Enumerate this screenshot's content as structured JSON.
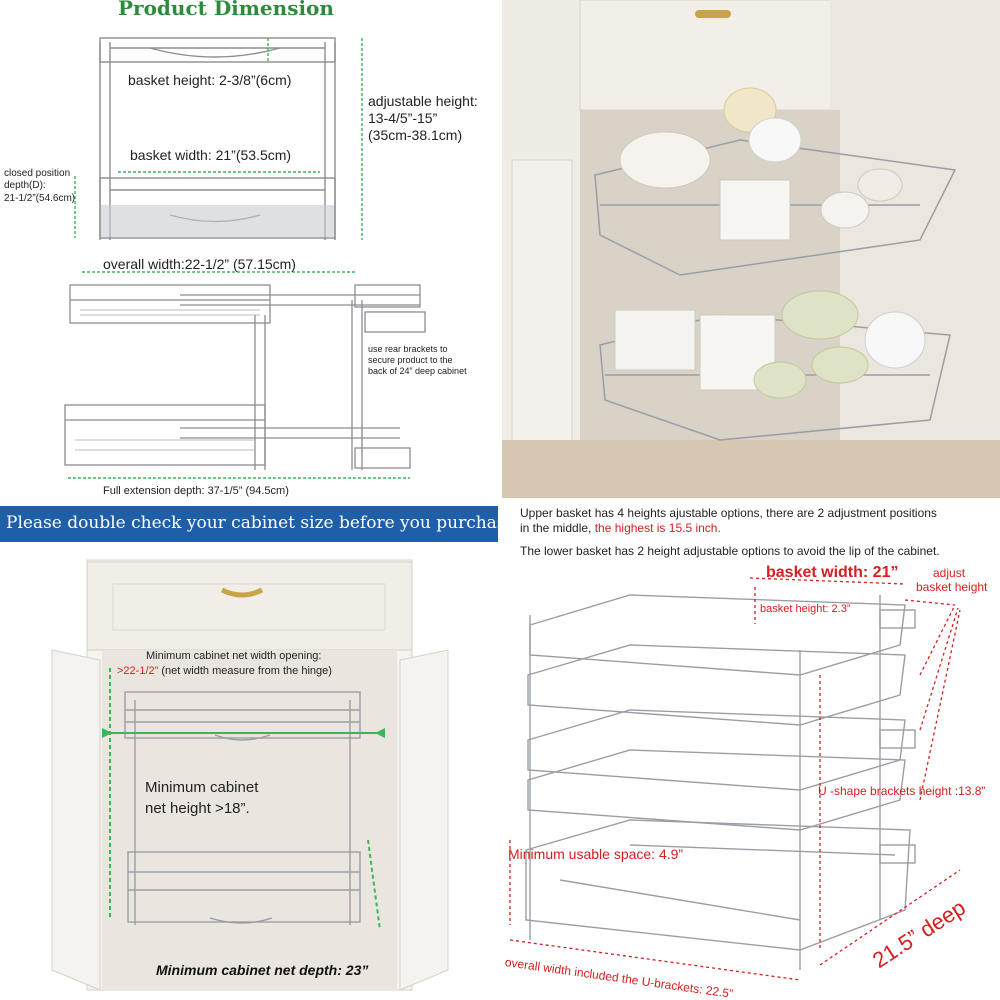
{
  "dimension_panel": {
    "title": "Product Dimension",
    "basket_height": "basket height: 2-3/8”(6cm)",
    "adjustable_height_1": "adjustable height:",
    "adjustable_height_2": "13-4/5”-15”",
    "adjustable_height_3": "(35cm-38.1cm)",
    "basket_width": "basket width: 21”(53.5cm)",
    "closed_depth_1": "closed position",
    "closed_depth_2": "depth(D):",
    "closed_depth_3": "21-1/2”(54.6cm)",
    "overall_width": "overall width:22-1/2” (57.15cm)",
    "rear_brackets_1": "use rear brackets to",
    "rear_brackets_2": "secure product to the",
    "rear_brackets_3": "back of 24” deep cabinet",
    "full_extension": "Full extension depth: 37-1/5” (94.5cm)"
  },
  "cabinet_panel": {
    "banner": "Please double check your cabinet size before you purchase",
    "min_width_1": "Minimum cabinet net width opening:",
    "min_width_value": ">22-1/2”",
    "min_width_note": " (net width measure from the hinge)",
    "min_height_1": "Minimum cabinet",
    "min_height_2": "net height >18”.",
    "min_depth": "Minimum cabinet net depth: 23”"
  },
  "adjust_panel": {
    "text_1a": "Upper basket has 4 heights ajustable options, there are 2 adjustment positions",
    "text_1b": "in the middle, ",
    "text_1c": "the highest is 15.5 inch.",
    "text_2": "The lower basket has 2 height adjustable options to avoid the lip of the cabinet.",
    "basket_width": "basket width: 21”",
    "adjust_1": "adjust",
    "adjust_2": "basket height",
    "basket_height": "basket height: 2.3”",
    "u_bracket": "U -shape brackets height :13.8”",
    "min_space": "Minimum usable space: 4.9”",
    "overall_width": "overall width included the U-brackets: 22.5”",
    "deep": "21.5” deep"
  },
  "colors": {
    "title_green": "#2e8b3e",
    "banner_blue": "#1f5fa8",
    "dim_red": "#d42020",
    "dim_green": "#3cb55a"
  }
}
